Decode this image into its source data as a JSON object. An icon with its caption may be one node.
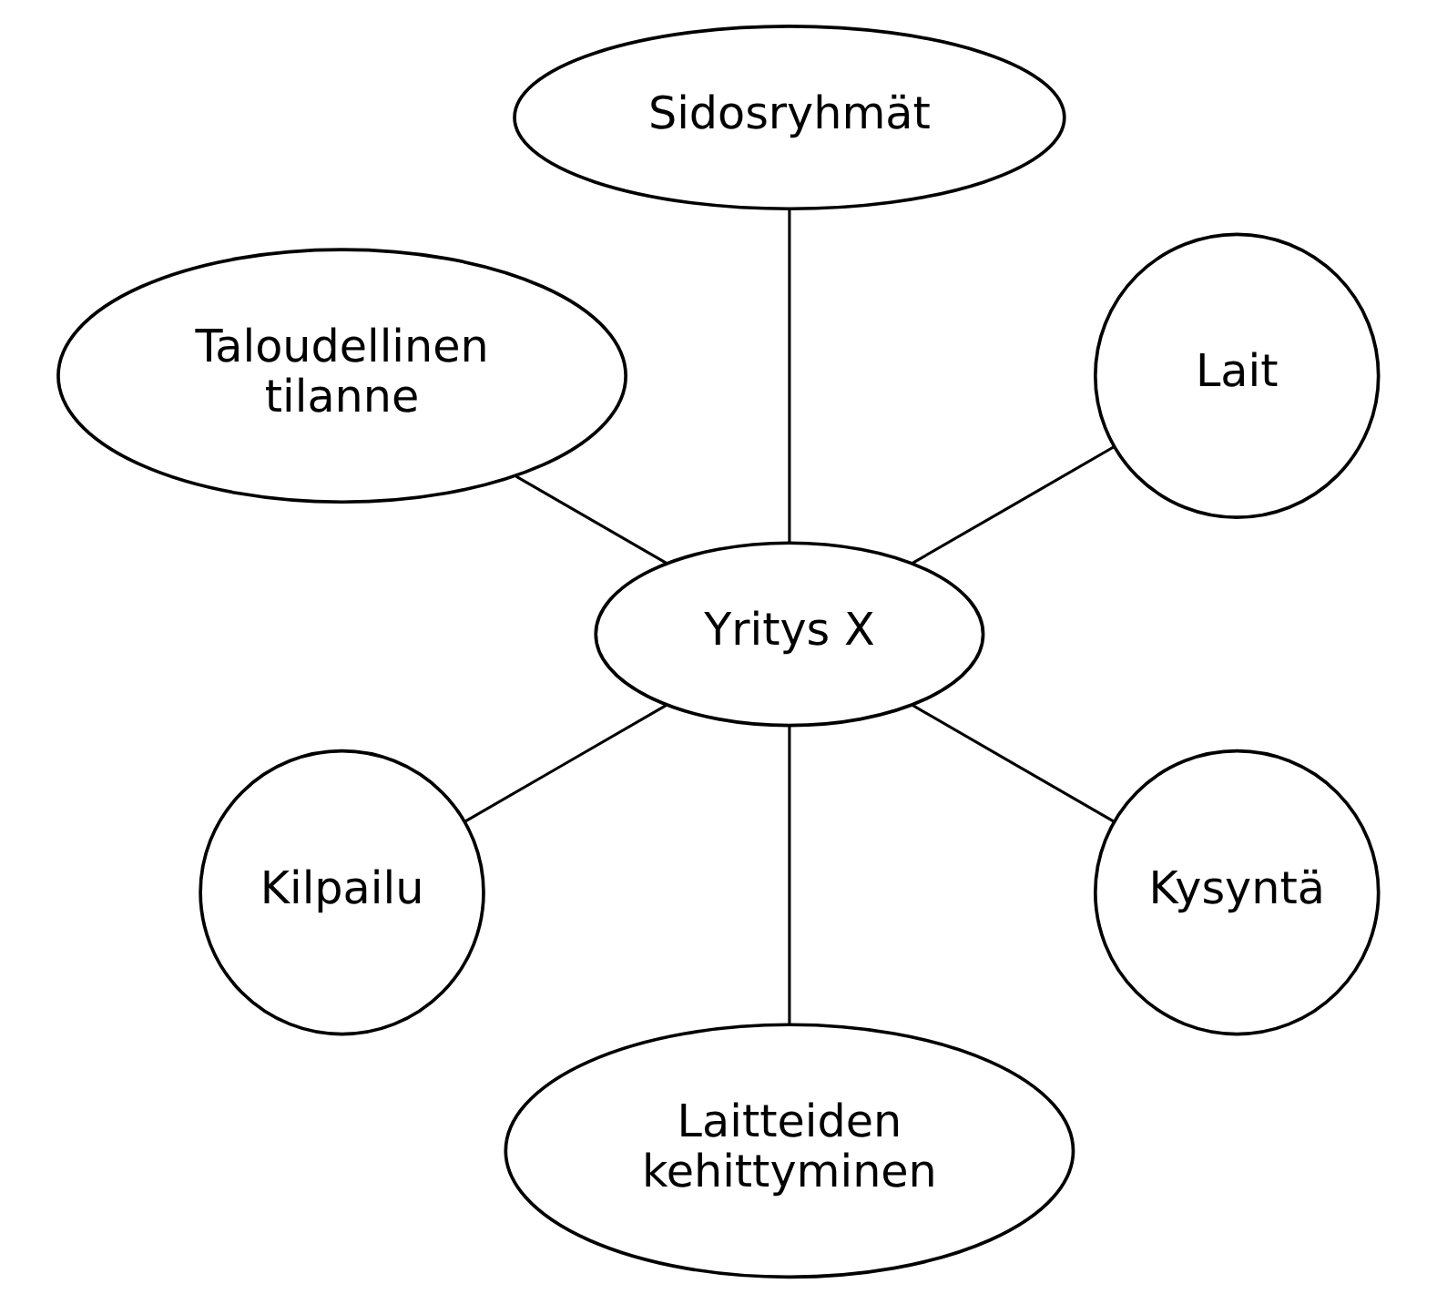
{
  "diagram": {
    "nodes": [
      {
        "text": [
          "Lait"
        ]
      },
      {
        "text": [
          "Sidosryhmät"
        ]
      },
      {
        "text": [
          "Taloudellinen tilanne"
        ]
      },
      {
        "text": [
          "Yritys X"
        ]
      },
      {
        "text": [
          "Kilpailu"
        ]
      },
      {
        "text": [
          "Laitteiden kehittyminen"
        ]
      },
      {
        "text": [
          "Kysyntä"
        ]
      }
    ],
    "edges": [
      {
        "from": 3,
        "to": 0,
        "arrow": "none"
      },
      {
        "from": 3,
        "to": 2,
        "arrow": "none"
      },
      {
        "from": 3,
        "to": 5,
        "arrow": "none"
      },
      {
        "from": 3,
        "to": 6,
        "arrow": "none"
      },
      {
        "from": 3,
        "to": 4,
        "arrow": "none"
      },
      {
        "from": 3,
        "to": 1,
        "arrow": "none"
      }
    ]
  }
}
